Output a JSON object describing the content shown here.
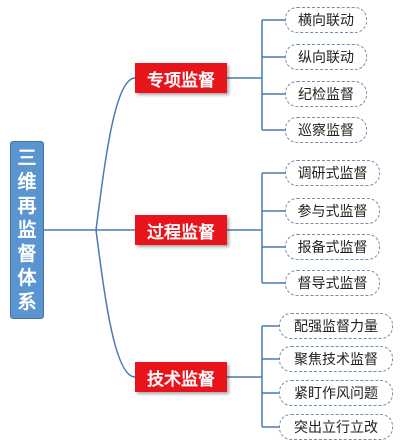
{
  "root": {
    "label": "三维再监督体系"
  },
  "categories": [
    {
      "label": "专项监督",
      "items": [
        "横向联动",
        "纵向联动",
        "纪检监督",
        "巡察监督"
      ]
    },
    {
      "label": "过程监督",
      "items": [
        "调研式监督",
        "参与式监督",
        "报备式监督",
        "督导式监督"
      ]
    },
    {
      "label": "技术监督",
      "items": [
        "配强监督力量",
        "聚焦技术监督",
        "紧盯作风问题",
        "突出立行立改"
      ]
    }
  ],
  "colors": {
    "root": "#5b95cf",
    "category": "#e8141c",
    "line": "#4a7bb0",
    "leaf_border": "#6f8fae"
  }
}
